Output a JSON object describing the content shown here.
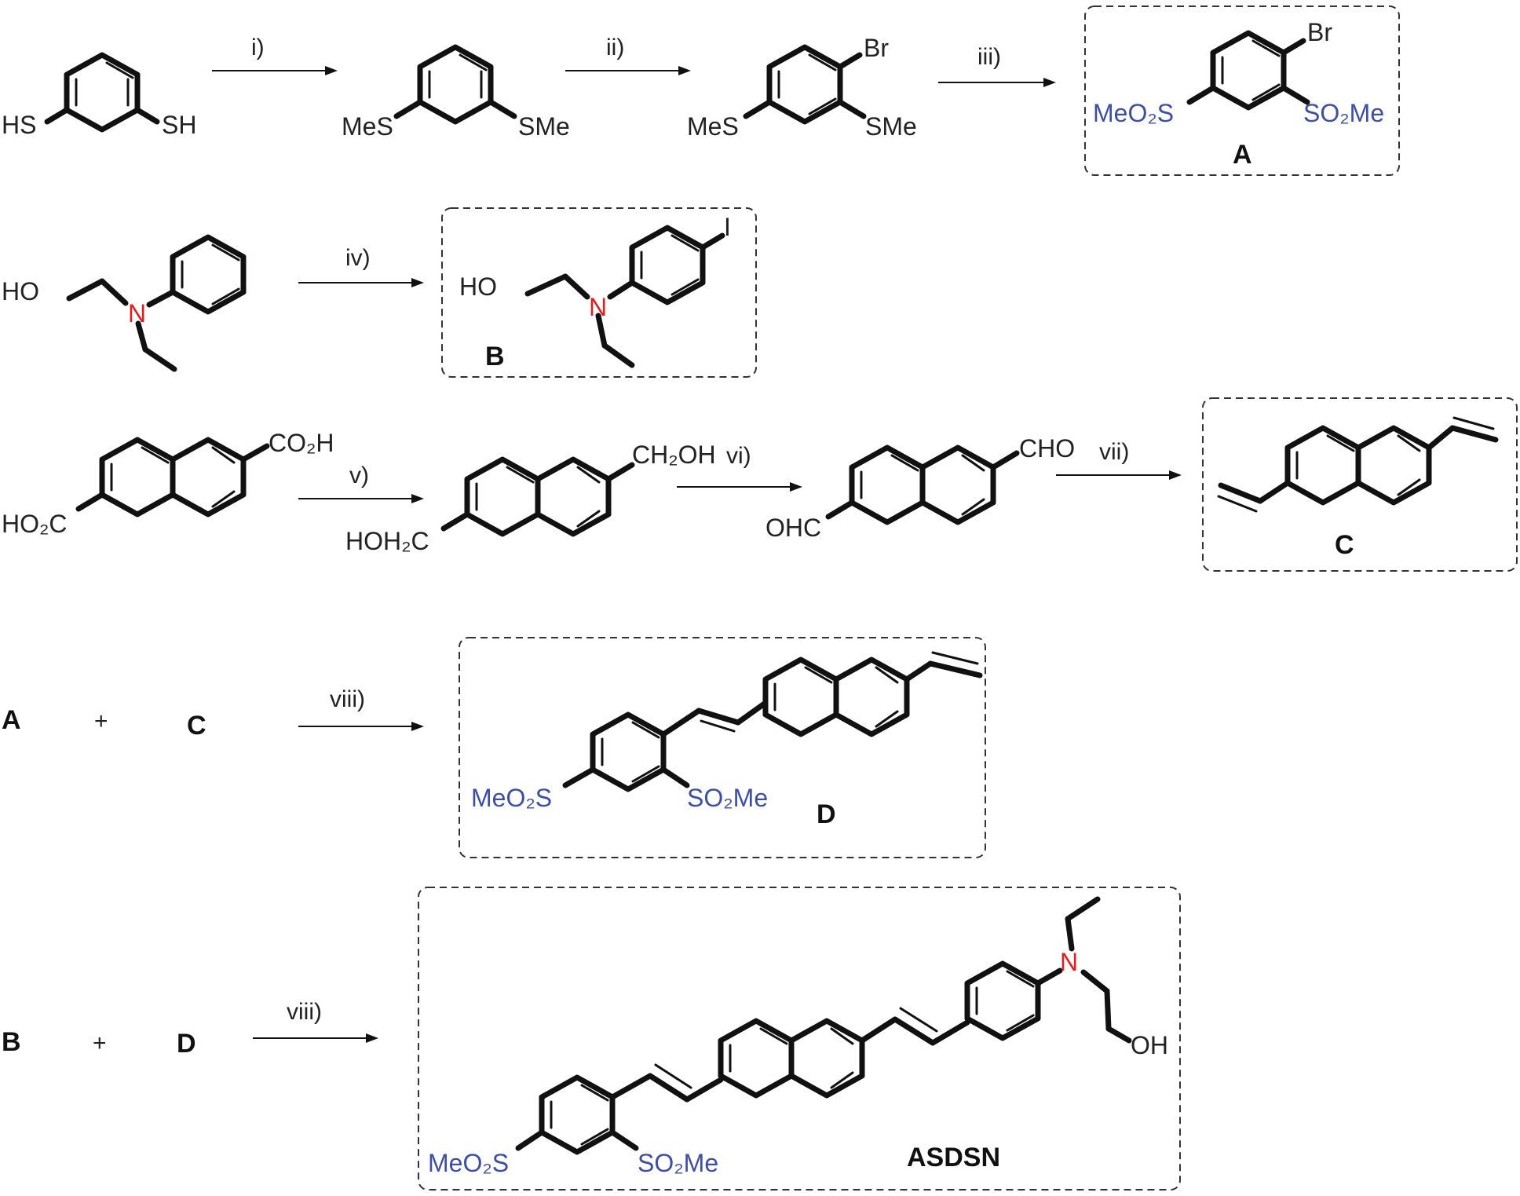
{
  "title": "Synthesis scheme of ASDSN",
  "colors": {
    "bond": "#111111",
    "sulfonyl": "#3d4fa0",
    "nitrogen": "#e02020",
    "box": "#333333"
  },
  "steps": {
    "i": "i)",
    "ii": "ii)",
    "iii": "iii)",
    "iv": "iv)",
    "v": "v)",
    "vi": "vi)",
    "vii": "vii)",
    "viii_a": "viii)",
    "viii_b": "viii)"
  },
  "row1": {
    "thiol_left": "HS",
    "thiol_right": "SH",
    "sme_left_1": "MeS",
    "sme_right_1": "SMe",
    "br_2": "Br",
    "sme_left_2": "MeS",
    "sme_right_2": "SMe",
    "br_A": "Br",
    "so2_left_A": "MeO₂S",
    "so2_right_A": "SO₂Me",
    "compound_A": "A"
  },
  "row2": {
    "ho_start": "HO",
    "n_start": "N",
    "ho_B": "HO",
    "n_B": "N",
    "iodo_B": "I",
    "compound_B": "B"
  },
  "row3": {
    "co2h": "CO₂H",
    "ho2c": "HO₂C",
    "ch2oh": "CH₂OH",
    "hoh2c": "HOH₂C",
    "cho": "CHO",
    "ohc": "OHC",
    "compound_C": "C"
  },
  "row4": {
    "reactant_1": "A",
    "plus": "+",
    "reactant_2": "C",
    "so2_left_D": "MeO₂S",
    "so2_right_D": "SO₂Me",
    "compound_D": "D"
  },
  "row5": {
    "reactant_1": "B",
    "plus": "+",
    "reactant_2": "D",
    "so2_left": "MeO₂S",
    "so2_right": "SO₂Me",
    "n_label": "N",
    "oh_label": "OH",
    "product": "ASDSN"
  }
}
